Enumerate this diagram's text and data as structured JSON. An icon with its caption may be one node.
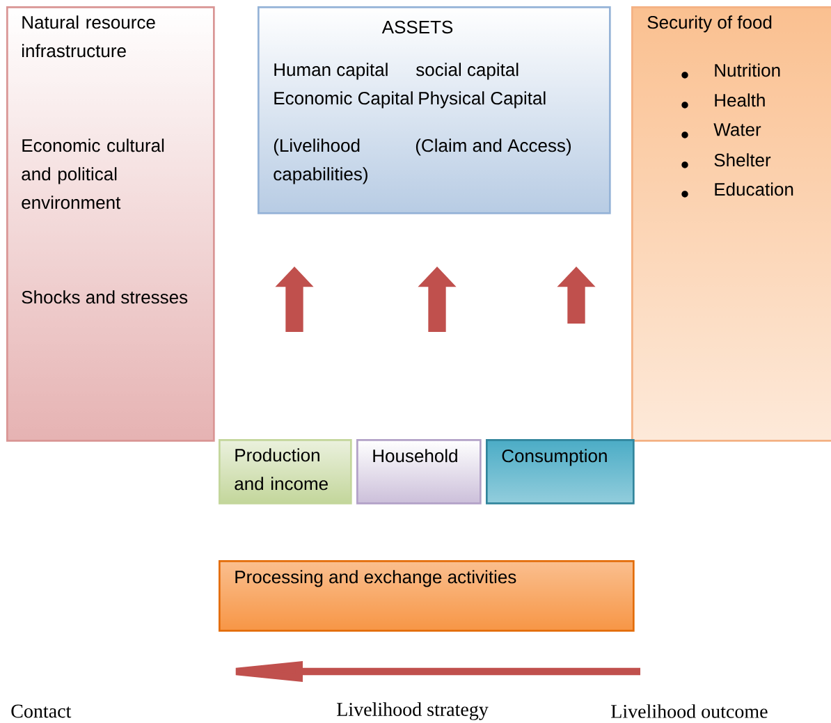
{
  "diagram": {
    "nodes": [
      {
        "text": [
          "Natural resource infrastructure",
          "Economic cultural and political environment",
          "Shocks and stresses"
        ]
      },
      {
        "text": [
          "ASSETS",
          "Human capital",
          "social capital",
          "Economic Capital",
          "Physical Capital",
          "(Livelihood capabilities)",
          "(Claim and Access)"
        ]
      },
      {
        "text": [
          "Security of food",
          "Nutrition",
          "Health",
          "Water",
          "Shelter",
          "Education"
        ]
      },
      {
        "text": [
          "Production and income"
        ]
      },
      {
        "text": [
          "Household"
        ]
      },
      {
        "text": [
          "Consumption"
        ]
      },
      {
        "text": [
          "Processing and exchange activities"
        ]
      }
    ],
    "labels": [
      "Contact",
      "Livelihood strategy",
      "Livelihood outcome"
    ]
  }
}
